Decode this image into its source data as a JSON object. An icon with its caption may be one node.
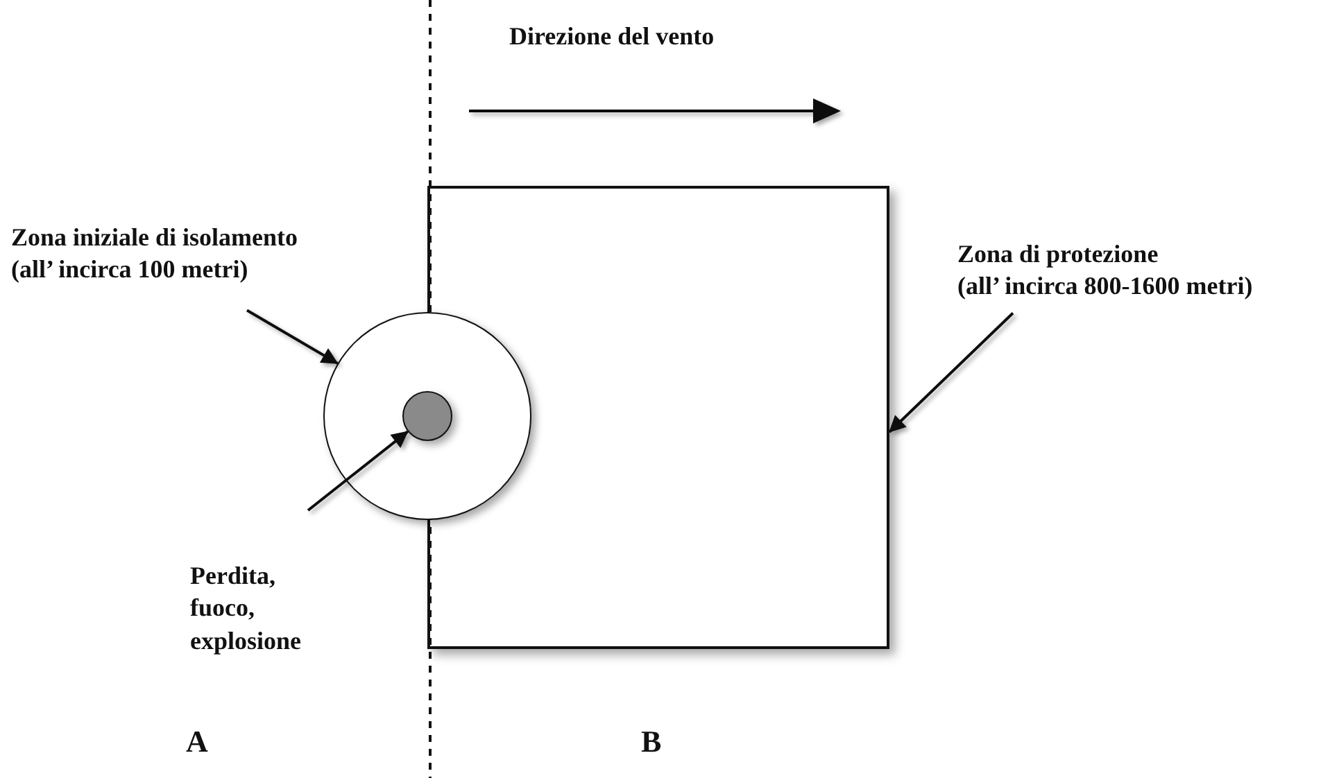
{
  "diagram": {
    "nodes": [
      {
        "text": [
          "Zona iniziale di isolamento",
          "(all’ incirca 100 metri)"
        ]
      },
      {
        "text": [],
        "shape": "circle"
      },
      {
        "text": [],
        "shape": "circle",
        "in": 1
      },
      {
        "text": [
          "Perdita, fuoco, explosione"
        ]
      },
      {
        "text": [
          "Zona di protezione",
          "(all’ incirca 800-1600 metri)"
        ]
      },
      {
        "text": [],
        "shape": "box"
      }
    ],
    "edges": [
      {
        "from": 0,
        "to": 1,
        "arrow": "to"
      },
      {
        "from": 3,
        "to": 2,
        "arrow": "to"
      },
      {
        "from": 4,
        "to": 5,
        "arrow": "to"
      }
    ],
    "labels": [
      "Direzione del vento",
      "A",
      "B"
    ]
  }
}
